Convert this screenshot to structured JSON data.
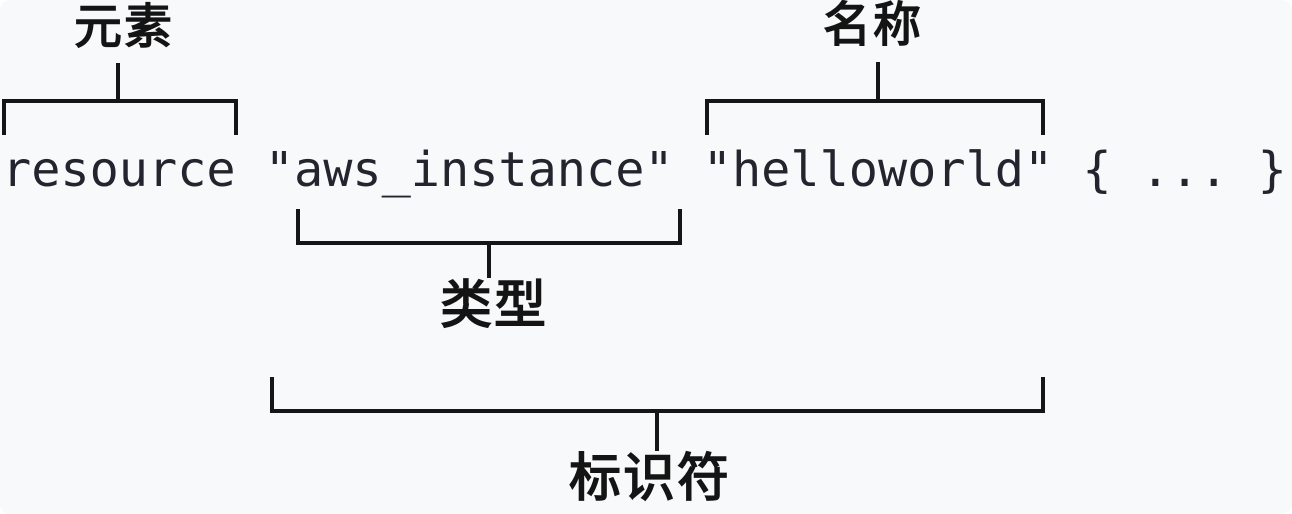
{
  "colors": {
    "background": "#f8f9fa",
    "line": "#161616",
    "label_text": "#141414",
    "code_text": "#23252e"
  },
  "code": {
    "keyword": "resource",
    "type_token": "\"aws_instance\"",
    "name_token": "\"helloworld\"",
    "body": "{ ... }"
  },
  "annotations": {
    "element": {
      "label": "元素"
    },
    "name": {
      "label": "名称"
    },
    "type": {
      "label": "类型"
    },
    "identifier": {
      "label": "标识符"
    }
  }
}
